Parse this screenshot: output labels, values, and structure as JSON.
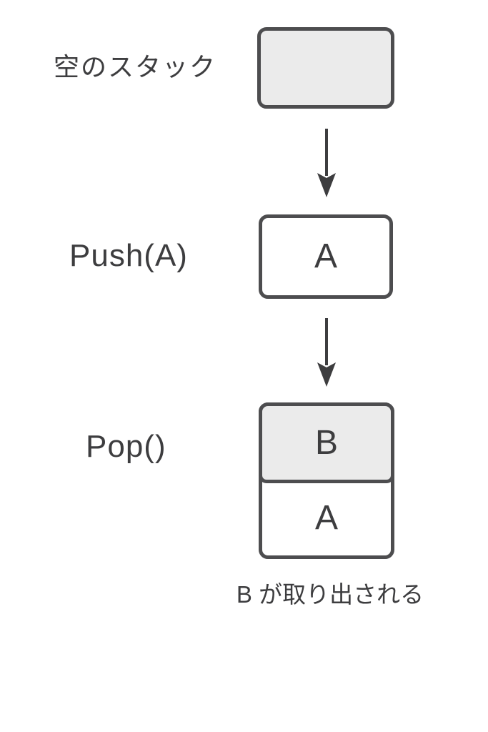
{
  "diagram": {
    "background": "#ffffff",
    "colors": {
      "box_border": "#4d4d4f",
      "box_fill_gray": "#ebebeb",
      "box_fill_white": "#ffffff",
      "text": "#3d3d3f",
      "arrow": "#3d3d3f"
    },
    "steps": [
      {
        "label": "空のスタック",
        "box": {
          "type": "empty",
          "fill": "gray",
          "items": []
        }
      },
      {
        "label": "Push(A)",
        "box": {
          "type": "single",
          "fill": "white",
          "items": [
            "A"
          ]
        }
      },
      {
        "label": "Pop()",
        "box": {
          "type": "stack",
          "items": [
            {
              "value": "B",
              "fill": "gray"
            },
            {
              "value": "A",
              "fill": "white"
            }
          ]
        },
        "caption": "B が取り出される"
      }
    ]
  }
}
